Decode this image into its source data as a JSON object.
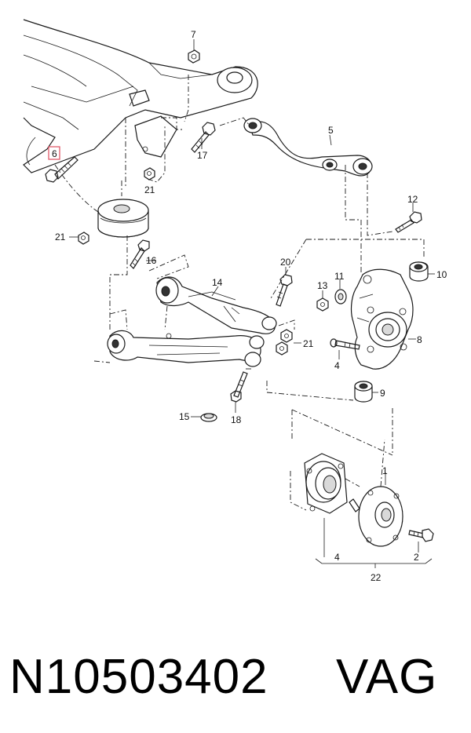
{
  "callouts": {
    "c1": "1",
    "c2": "2",
    "c4a": "4",
    "c4b": "4",
    "c5": "5",
    "c6": "6",
    "c7": "7",
    "c8": "8",
    "c9": "9",
    "c10": "10",
    "c11": "11",
    "c12": "12",
    "c13": "13",
    "c14": "14",
    "c15": "15",
    "c16": "16",
    "c17": "17",
    "c18": "18",
    "c20": "20",
    "c21a": "21",
    "c21b": "21",
    "c21c": "21",
    "c22": "22"
  },
  "highlight_color": "#e05a6a",
  "footer": {
    "part_number": "N10503402",
    "brand": "VAG"
  }
}
